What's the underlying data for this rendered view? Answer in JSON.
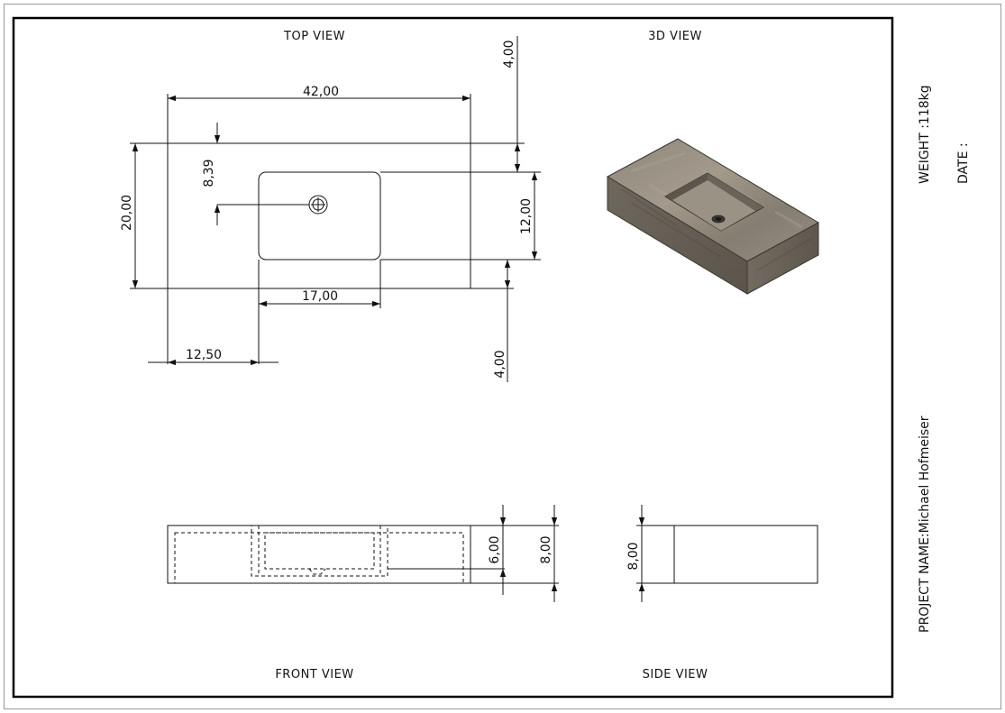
{
  "views": {
    "top": "TOP VIEW",
    "iso": "3D VIEW",
    "front": "FRONT VIEW",
    "side": "SIDE VIEW"
  },
  "dimensions": {
    "top_width": "42,00",
    "top_depth": "20,00",
    "drain_offset": "8,39",
    "basin_depth": "12,00",
    "basin_width": "17,00",
    "basin_left_offset": "12,50",
    "margin_top": "4,00",
    "margin_bottom": "4,00",
    "front_basin_height": "6,00",
    "front_height": "8,00",
    "side_height": "8,00"
  },
  "title_block": {
    "weight": "WEIGHT :118kg",
    "date": "DATE :",
    "project": "PROJECT NAME:Michael Hofmeiser"
  },
  "colors": {
    "stone_top": "#8a8276",
    "stone_side": "#6e675d",
    "stone_front": "#5c564e",
    "line": "#111111"
  }
}
